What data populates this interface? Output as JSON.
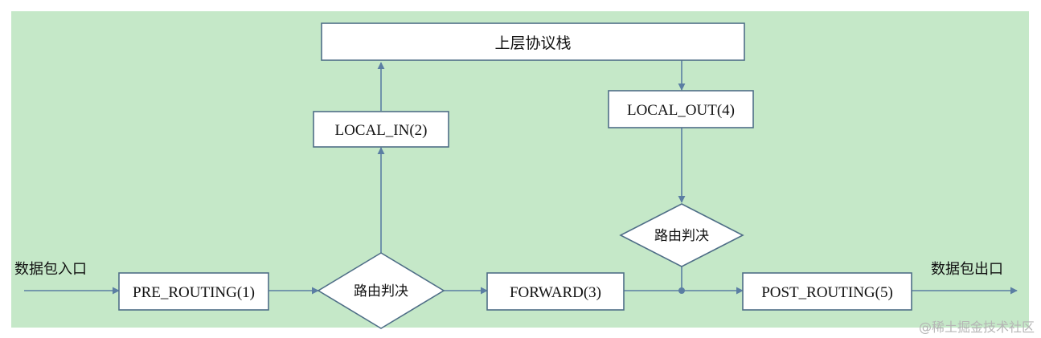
{
  "diagram": {
    "top_box": "上层协议栈",
    "local_in": "LOCAL_IN(2)",
    "local_out": "LOCAL_OUT(4)",
    "pre_routing": "PRE_ROUTING(1)",
    "forward": "FORWARD(3)",
    "post_routing": "POST_ROUTING(5)",
    "route_decision_1": "路由判决",
    "route_decision_2": "路由判决",
    "entry_label": "数据包入口",
    "exit_label": "数据包出口"
  },
  "watermark": "@稀土掘金技术社区",
  "colors": {
    "background": "#c5e8c8",
    "stroke": "#4f6e87",
    "arrow": "#5b7ea3"
  }
}
